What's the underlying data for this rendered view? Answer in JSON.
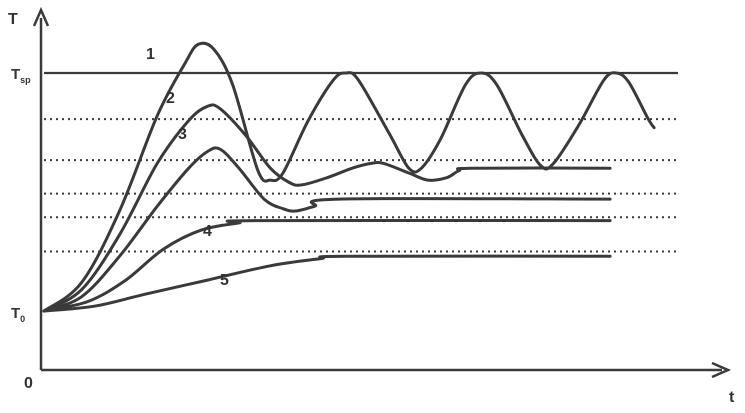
{
  "chart_data": {
    "type": "line",
    "title": "",
    "y_axis_label": "T",
    "x_axis_label": "t",
    "origin_label": "0",
    "y_ticks": [
      {
        "label": "T",
        "subscript": "sp",
        "y": 1.0
      },
      {
        "label": "T",
        "subscript": "0",
        "y": 0.0
      }
    ],
    "reference_levels": [
      {
        "level": 1.0,
        "style": "solid"
      },
      {
        "level": 0.806,
        "style": "dotted"
      },
      {
        "level": 0.634,
        "style": "dotted"
      },
      {
        "level": 0.493,
        "style": "dotted"
      },
      {
        "level": 0.394,
        "style": "dotted"
      },
      {
        "level": 0.25,
        "style": "dotted"
      }
    ],
    "xlim": [
      0,
      10
    ],
    "ylim": [
      -0.25,
      1.25
    ],
    "series": [
      {
        "name": "1",
        "points": [
          [
            0,
            0
          ],
          [
            0.6,
            0.12
          ],
          [
            1.2,
            0.42
          ],
          [
            1.8,
            0.82
          ],
          [
            2.24,
            1.04
          ],
          [
            2.45,
            1.12
          ],
          [
            2.7,
            1.1
          ],
          [
            3.0,
            0.95
          ],
          [
            3.4,
            0.59
          ],
          [
            3.6,
            0.55
          ],
          [
            3.8,
            0.58
          ],
          [
            4.2,
            0.8
          ],
          [
            4.6,
            0.97
          ],
          [
            4.8,
            1.0
          ],
          [
            5.0,
            0.97
          ],
          [
            5.5,
            0.74
          ],
          [
            5.8,
            0.6
          ],
          [
            6.0,
            0.6
          ],
          [
            6.3,
            0.72
          ],
          [
            6.7,
            0.95
          ],
          [
            6.95,
            1.0
          ],
          [
            7.2,
            0.95
          ],
          [
            7.6,
            0.74
          ],
          [
            7.9,
            0.61
          ],
          [
            8.1,
            0.62
          ],
          [
            8.5,
            0.78
          ],
          [
            8.9,
            0.97
          ],
          [
            9.1,
            1.0
          ],
          [
            9.3,
            0.96
          ],
          [
            9.6,
            0.81
          ],
          [
            9.7,
            0.77
          ]
        ]
      },
      {
        "name": "2",
        "points": [
          [
            0,
            0
          ],
          [
            0.6,
            0.09
          ],
          [
            1.2,
            0.32
          ],
          [
            1.8,
            0.62
          ],
          [
            2.3,
            0.8
          ],
          [
            2.6,
            0.86
          ],
          [
            2.8,
            0.85
          ],
          [
            3.2,
            0.74
          ],
          [
            3.6,
            0.6
          ],
          [
            3.9,
            0.54
          ],
          [
            4.1,
            0.53
          ],
          [
            4.5,
            0.56
          ],
          [
            4.9,
            0.6
          ],
          [
            5.2,
            0.62
          ],
          [
            5.4,
            0.62
          ],
          [
            5.8,
            0.58
          ],
          [
            6.1,
            0.55
          ],
          [
            6.4,
            0.56
          ],
          [
            6.6,
            0.59
          ],
          [
            6.8,
            0.6
          ],
          [
            9.0,
            0.6
          ]
        ]
      },
      {
        "name": "3",
        "points": [
          [
            0,
            0
          ],
          [
            0.6,
            0.06
          ],
          [
            1.2,
            0.23
          ],
          [
            1.8,
            0.44
          ],
          [
            2.3,
            0.6
          ],
          [
            2.6,
            0.67
          ],
          [
            2.8,
            0.68
          ],
          [
            3.1,
            0.6
          ],
          [
            3.5,
            0.47
          ],
          [
            3.8,
            0.43
          ],
          [
            4.0,
            0.42
          ],
          [
            4.3,
            0.44
          ],
          [
            4.7,
            0.47
          ],
          [
            9.0,
            0.47
          ]
        ]
      },
      {
        "name": "4",
        "points": [
          [
            0,
            0
          ],
          [
            0.7,
            0.04
          ],
          [
            1.3,
            0.13
          ],
          [
            1.9,
            0.26
          ],
          [
            2.5,
            0.34
          ],
          [
            3.1,
            0.37
          ],
          [
            3.4,
            0.38
          ],
          [
            9.0,
            0.38
          ]
        ]
      },
      {
        "name": "5",
        "points": [
          [
            0,
            0
          ],
          [
            0.8,
            0.02
          ],
          [
            1.6,
            0.07
          ],
          [
            2.6,
            0.13
          ],
          [
            3.6,
            0.19
          ],
          [
            4.4,
            0.22
          ],
          [
            4.8,
            0.23
          ],
          [
            9.0,
            0.23
          ]
        ]
      }
    ],
    "curve_labels": [
      "1",
      "2",
      "3",
      "4",
      "5"
    ],
    "grid": false,
    "legend": "none"
  }
}
